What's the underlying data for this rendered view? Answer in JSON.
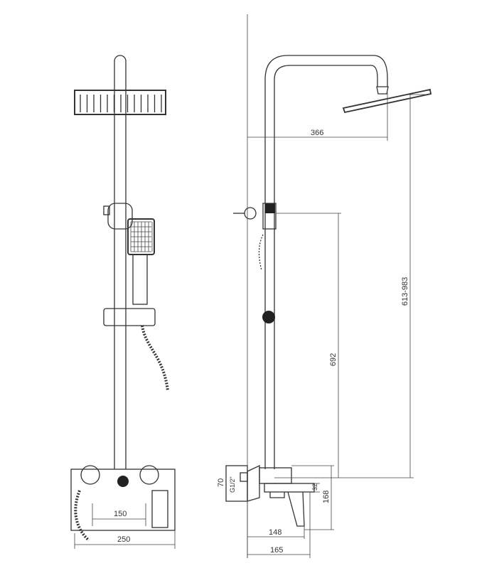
{
  "front_view": {
    "width_total": "250",
    "handle_spacing": "150"
  },
  "side_view": {
    "arm_reach": "366",
    "height_range": "613-983",
    "slider_height": "692",
    "inlet_thread": "G1/2\"",
    "inlet_box": "70",
    "spout_offset": "32",
    "mixer_height": "168",
    "depth_lever": "148",
    "depth_total": "165"
  }
}
